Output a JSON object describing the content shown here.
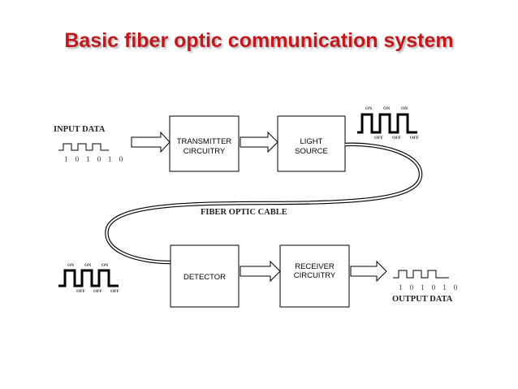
{
  "title": "Basic fiber optic communication system",
  "colors": {
    "title": "#c0181c",
    "line": "#000000"
  },
  "diagram": {
    "input_label": "INPUT DATA",
    "input_bits": "1 0 1 0 1 0",
    "transmitter_line1": "TRANSMITTER",
    "transmitter_line2": "CIRCUITRY",
    "source_line1": "LIGHT",
    "source_line2": "SOURCE",
    "cable_label": "FIBER OPTIC CABLE",
    "detector_label": "DETECTOR",
    "receiver_line1": "RECEIVER",
    "receiver_line2": "CIRCUITRY",
    "output_label": "OUTPUT DATA",
    "output_bits": "1 0 1 0 1 0",
    "on_label": "ON",
    "off_label": "OFF"
  }
}
